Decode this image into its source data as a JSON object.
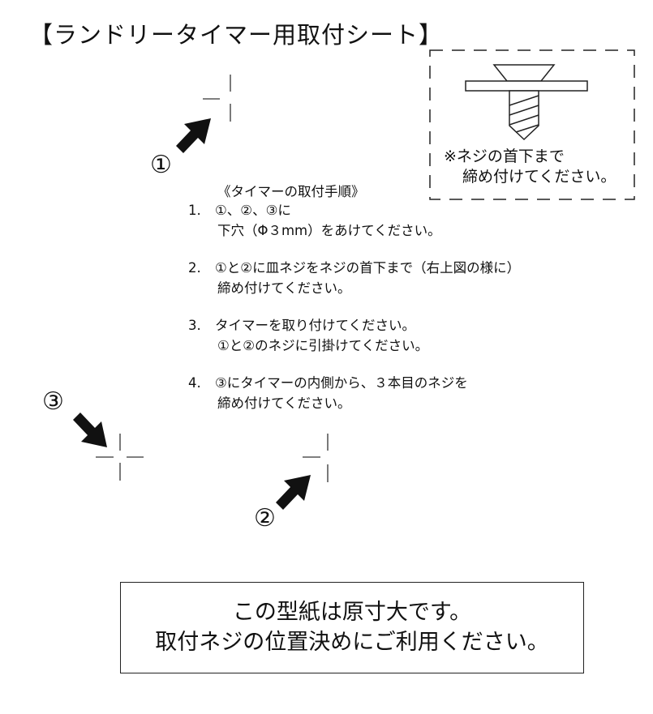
{
  "title": "【ランドリータイマー用取付シート】",
  "markers": {
    "one": "①",
    "two": "②",
    "three": "③"
  },
  "screw_note": {
    "line1": "※ネジの首下まで",
    "line2": "締め付けてください。"
  },
  "procedure": {
    "heading": "《タイマーの取付手順》",
    "steps": [
      {
        "num": "1.",
        "line1": "①、②、③に",
        "line2": "下穴（Φ３mm）をあけてください。"
      },
      {
        "num": "2.",
        "line1": "①と②に皿ネジをネジの首下まで（右上図の様に）",
        "line2": "締め付けてください。"
      },
      {
        "num": "3.",
        "line1": "タイマーを取り付けてください。",
        "line2": "①と②のネジに引掛けてください。"
      },
      {
        "num": "4.",
        "line1": "③にタイマーの内側から、３本目のネジを",
        "line2": "締め付けてください。"
      }
    ]
  },
  "footer": {
    "line1": "この型紙は原寸大です。",
    "line2": "取付ネジの位置決めにご利用ください。"
  }
}
